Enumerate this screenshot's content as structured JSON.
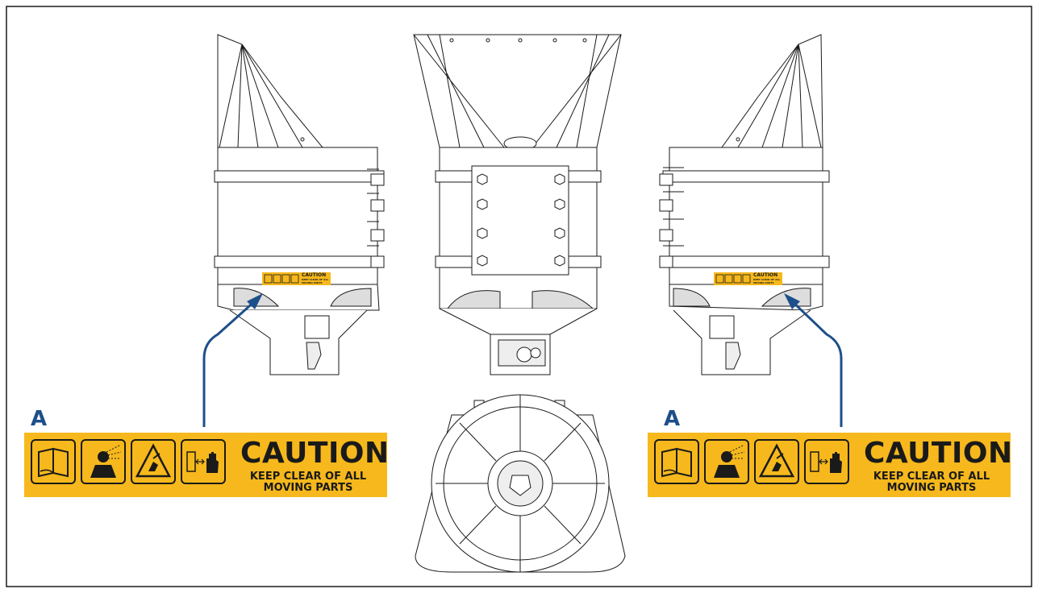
{
  "callouts": [
    {
      "letter": "A"
    },
    {
      "letter": "A"
    }
  ],
  "decal": {
    "title": "CAUTION",
    "line1": "KEEP CLEAR OF ALL",
    "line2": "MOVING PARTS",
    "icons": [
      "read-manual-icon",
      "person-spray-hazard-icon",
      "entanglement-warning-icon",
      "keep-hand-clear-icon"
    ],
    "background_color": "#f6b81c",
    "text_color": "#1a1a1a"
  },
  "small_decal": {
    "title": "CAUTION",
    "line1": "KEEP CLEAR OF ALL",
    "line2": "MOVING PARTS"
  },
  "colors": {
    "leader_line": "#1d4f8a",
    "outline": "#1a1a1a"
  }
}
